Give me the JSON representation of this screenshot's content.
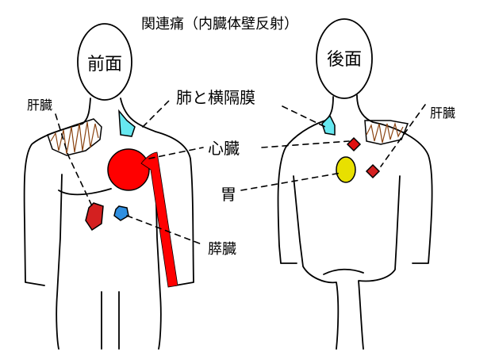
{
  "title": "関連痛（内臓体壁反射）",
  "views": {
    "front": "前面",
    "back": "後面"
  },
  "labels": {
    "lung_diaphragm": "肺と横隔膜",
    "heart": "心臓",
    "stomach": "胃",
    "pancreas": "膵臓",
    "liver_front": "肝臓",
    "liver_back": "肝臓"
  },
  "colors": {
    "heart": "#ff0000",
    "heart_radiation": "#ff0000",
    "lung_diaphragm": "#66e8f0",
    "liver": "#8b4513",
    "stomach": "#e8e000",
    "pancreas": "#2f8fe0",
    "front_liver_organ": "#d42020",
    "back_heart_marker": "#e01010",
    "outline": "#000000"
  }
}
